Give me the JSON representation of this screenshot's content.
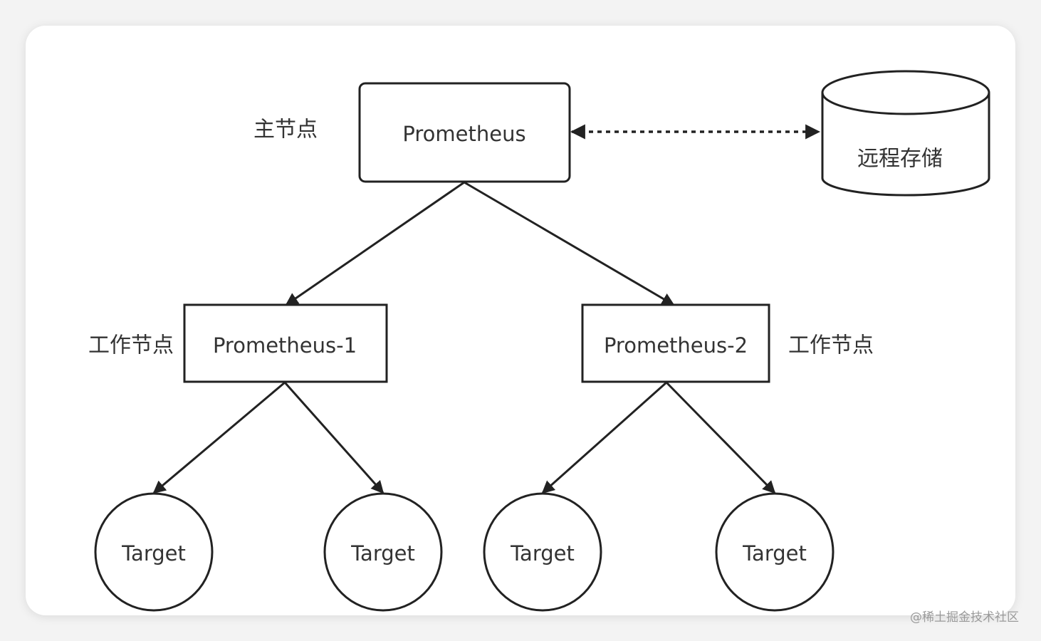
{
  "diagram": {
    "root": {
      "label": "Prometheus",
      "role_label": "主节点"
    },
    "storage": {
      "label": "远程存储"
    },
    "workers": [
      {
        "label": "Prometheus-1",
        "role_label": "工作节点"
      },
      {
        "label": "Prometheus-2",
        "role_label": "工作节点"
      }
    ],
    "targets": [
      {
        "label": "Target"
      },
      {
        "label": "Target"
      },
      {
        "label": "Target"
      },
      {
        "label": "Target"
      }
    ]
  },
  "watermark": "@稀土掘金技术社区",
  "colors": {
    "stroke": "#222222",
    "text": "#333333",
    "background": "#ffffff"
  }
}
